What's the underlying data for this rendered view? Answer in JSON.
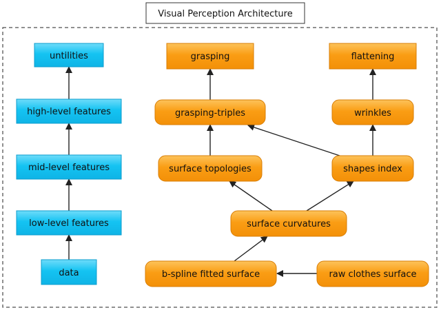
{
  "title": "Visual Perception Architecture",
  "colors": {
    "blue_fill": "#14c3f2",
    "blue_light": "#6fdcfa",
    "blue_stroke": "#0c9ccd",
    "orange_fill": "#fa9d14",
    "orange_light": "#fdc35b",
    "orange_stroke": "#d87e06",
    "edge": "#222222"
  },
  "nodes": {
    "utilities": "untilities",
    "high_level": "high-level features",
    "mid_level": "mid-level features",
    "low_level": "low-level features",
    "data": "data",
    "grasping": "grasping",
    "flattening": "flattening",
    "grasping_triples": "grasping-triples",
    "wrinkles": "wrinkles",
    "surface_topologies": "surface topologies",
    "shapes_index": "shapes index",
    "surface_curvatures": "surface curvatures",
    "bspline": "b-spline fitted surface",
    "raw_clothes": "raw clothes surface"
  }
}
